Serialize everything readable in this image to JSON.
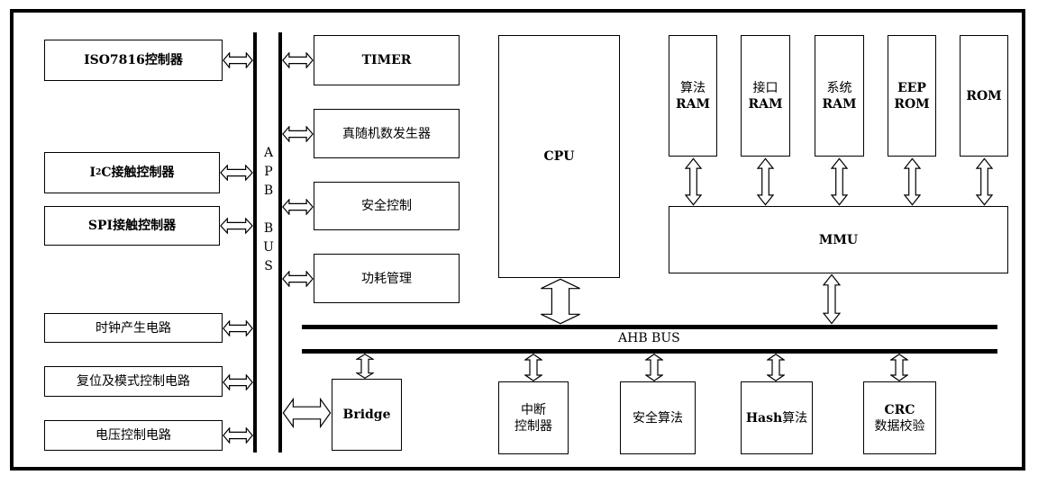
{
  "left_blocks": {
    "iso7816": "ISO7816控制器",
    "i2c_prefix": "I",
    "i2c_sup": "2",
    "i2c_suffix": "C接触控制器",
    "spi": "SPI接触控制器",
    "clock": "时钟产生电路",
    "reset": "复位及模式控制电路",
    "voltage": "电压控制电路"
  },
  "apb_bus": {
    "label": "A\nP\nB\n\nB\nU\nS"
  },
  "apb_peripherals": {
    "timer": "TIMER",
    "trng": "真随机数发生器",
    "security": "安全控制",
    "power": "功耗管理"
  },
  "cpu": {
    "label": "CPU"
  },
  "memories": {
    "algo_ram": [
      "算法",
      "RAM"
    ],
    "iface_ram": [
      "接口",
      "RAM"
    ],
    "sys_ram": [
      "系统",
      "RAM"
    ],
    "eeprom": [
      "EEP",
      "ROM"
    ],
    "rom": "ROM"
  },
  "mmu": {
    "label": "MMU"
  },
  "ahb_bus": {
    "label": "AHB BUS"
  },
  "ahb_peripherals": {
    "bridge": "Bridge",
    "interrupt": [
      "中断",
      "控制器"
    ],
    "sec_algo": "安全算法",
    "hash_prefix": "Hash",
    "hash_suffix": "算法",
    "crc": [
      "CRC",
      "数据校验"
    ]
  }
}
